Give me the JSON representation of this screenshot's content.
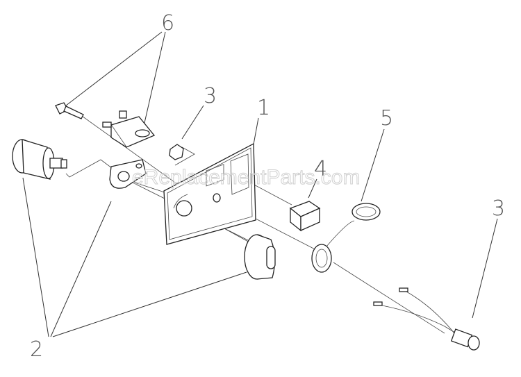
{
  "diagram": {
    "callouts": [
      "6",
      "3",
      "1",
      "4",
      "5",
      "3",
      "2"
    ],
    "watermark": "eReplacementParts.com"
  },
  "colors": {
    "line": "#222222",
    "callout": "#555555",
    "watermark": "#cfcfcf"
  }
}
